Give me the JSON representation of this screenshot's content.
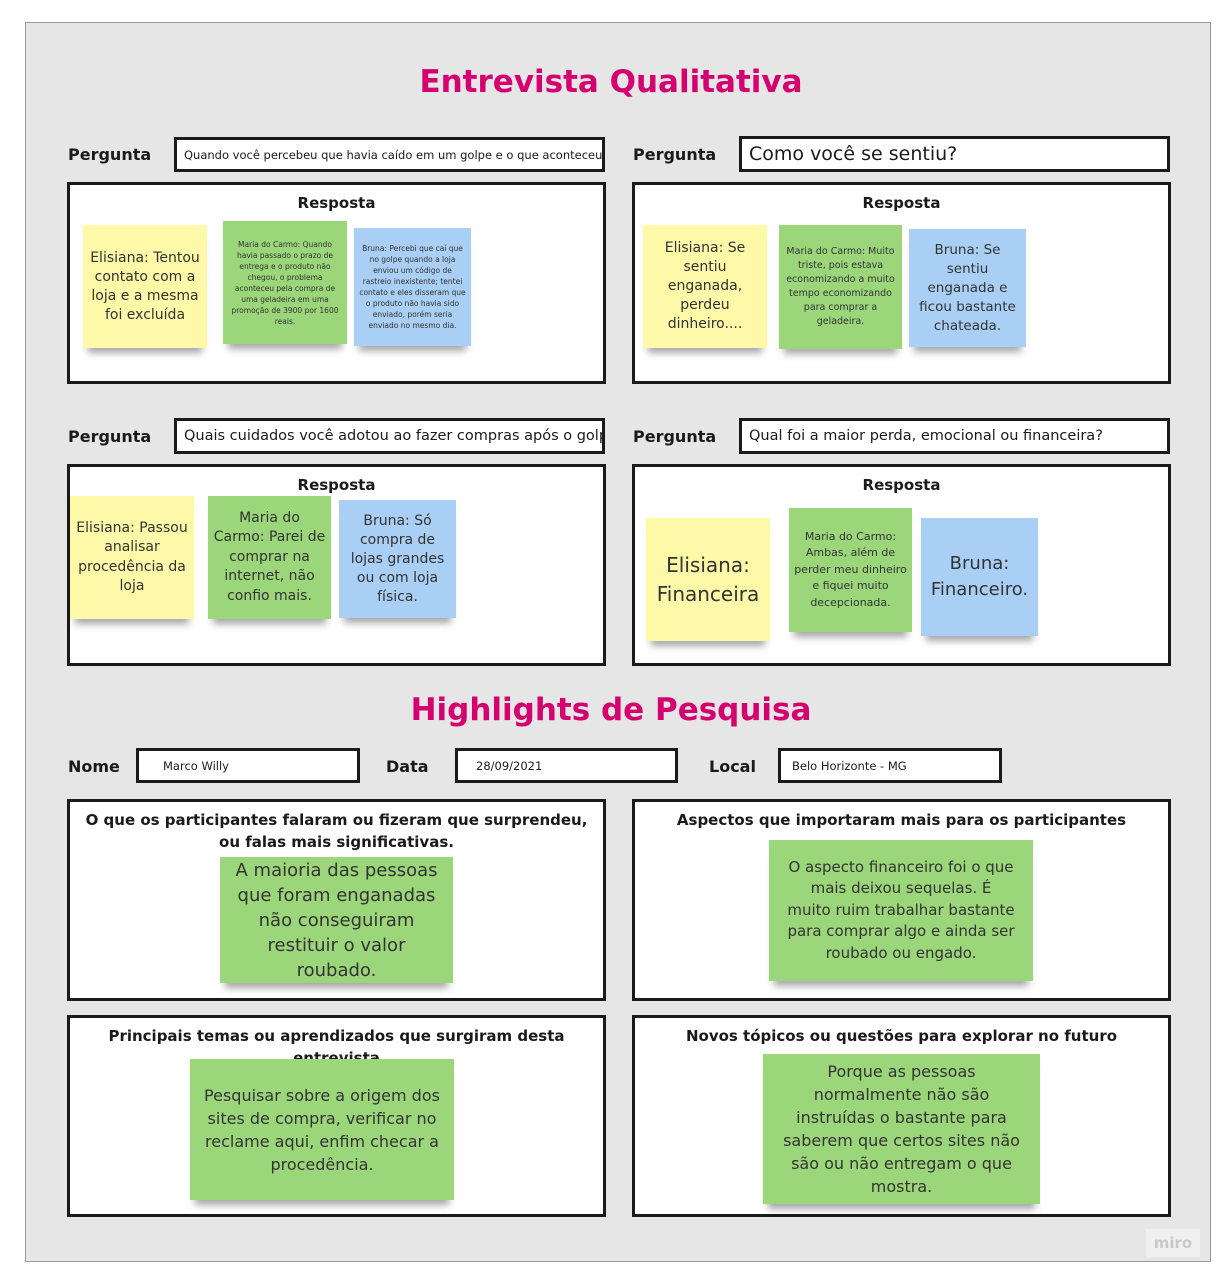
{
  "interview": {
    "title": "Entrevista Qualitativa",
    "question_label": "Pergunta",
    "answer_label": "Resposta",
    "questions": [
      {
        "question": "Quando você percebeu que havia caído em um golpe e o que aconteceu?",
        "answers": [
          {
            "text": "Elisiana: Tentou contato com a loja e a mesma foi excluída",
            "color": "yellow"
          },
          {
            "text": "Maria do Carmo: Quando havia passado o prazo de entrega e o produto não chegou, o problema aconteceu pela compra de uma geladeira em uma promoção de 3900 por 1600 reais.",
            "color": "green"
          },
          {
            "text": "Bruna: Percebi que caí que no golpe quando a loja enviou um código de rastreio inexistente; tentei contato e eles disseram que o produto não havia sido enviado, porém seria enviado no mesmo dia.",
            "color": "blue"
          }
        ]
      },
      {
        "question": "Como você se sentiu?",
        "answers": [
          {
            "text": "Elisiana: Se sentiu enganada, perdeu dinheiro....",
            "color": "yellow"
          },
          {
            "text": "Maria do Carmo: Muito triste, pois estava economizando a muito tempo economizando para comprar a geladeira.",
            "color": "green"
          },
          {
            "text": "Bruna: Se sentiu enganada e ficou bastante chateada.",
            "color": "blue"
          }
        ]
      },
      {
        "question": "Quais cuidados você adotou ao fazer compras após o golpe?",
        "answers": [
          {
            "text": "Elisiana: Passou analisar procedência da loja",
            "color": "yellow"
          },
          {
            "text": "Maria do Carmo: Parei de comprar na internet, não confio mais.",
            "color": "green"
          },
          {
            "text": "Bruna: Só compra de lojas grandes ou com loja física.",
            "color": "blue"
          }
        ]
      },
      {
        "question": "Qual foi a maior perda, emocional ou financeira?",
        "answers": [
          {
            "text": "Elisiana: Financeira",
            "color": "yellow"
          },
          {
            "text": "Maria do Carmo: Ambas, além de perder meu dinheiro e fiquei muito decepcionada.",
            "color": "green"
          },
          {
            "text": "Bruna: Financeiro.",
            "color": "blue"
          }
        ]
      }
    ]
  },
  "highlights": {
    "title": "Highlights de Pesquisa",
    "fields": [
      {
        "label": "Nome",
        "value": "Marco Willy"
      },
      {
        "label": "Data",
        "value": "28/09/2021"
      },
      {
        "label": "Local",
        "value": "Belo Horizonte - MG"
      }
    ],
    "panels": [
      {
        "title": "O que os participantes falaram ou fizeram que surprendeu, ou falas mais significativas.",
        "note": "A maioria das pessoas que foram enganadas não conseguiram restituir o valor roubado."
      },
      {
        "title": "Aspectos que importaram mais para os participantes",
        "note": "O aspecto financeiro foi o que mais deixou sequelas. É muito ruim trabalhar bastante para comprar algo e ainda ser roubado ou engado."
      },
      {
        "title": "Principais temas ou aprendizados que surgiram desta entrevista",
        "note": "Pesquisar sobre a origem dos sites de compra, verificar no reclame aqui, enfim checar a procedência."
      },
      {
        "title": "Novos tópicos ou questões para explorar no futuro",
        "note": "Porque as pessoas normalmente não são instruídas o bastante para saberem que certos sites não são ou não entregam o que mostra."
      }
    ]
  },
  "brand": {
    "logo_text": "miro"
  },
  "colors": {
    "title": "#d4006f",
    "yellow": "#fef9a8",
    "green": "#9cd67a",
    "blue": "#a9cff5"
  }
}
